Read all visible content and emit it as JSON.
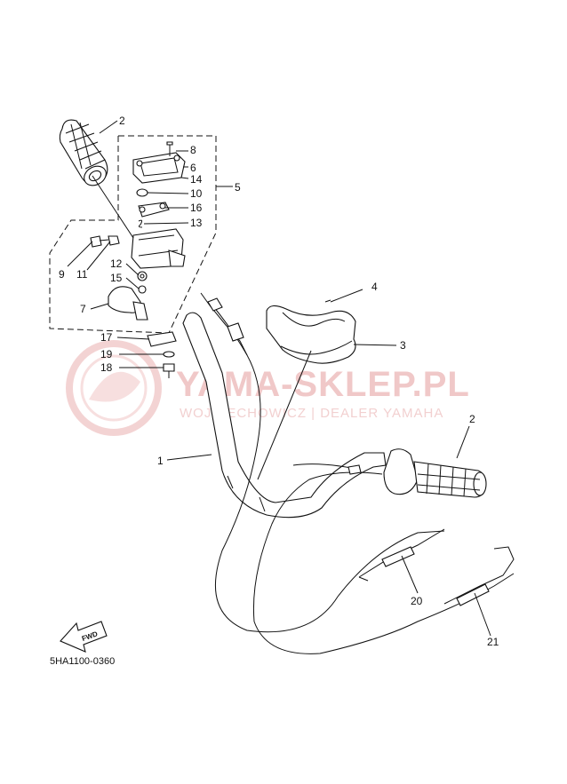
{
  "watermark": {
    "brand": "YAMA-SKLEP.PL",
    "dealer": "WOJCIECHOWICZ | DEALER YAMAHA"
  },
  "diagram_code": "5HA1100-0360",
  "fwd_label": "FWD",
  "callouts": {
    "c1": "1",
    "c2a": "2",
    "c2b": "2",
    "c3": "3",
    "c4": "4",
    "c5": "5",
    "c6": "6",
    "c7": "7",
    "c8": "8",
    "c9": "9",
    "c10": "10",
    "c11": "11",
    "c12": "12",
    "c13": "13",
    "c14": "14",
    "c15": "15",
    "c16": "16",
    "c17": "17",
    "c18": "18",
    "c19": "19",
    "c20": "20",
    "c21": "21"
  },
  "colors": {
    "ink": "#111111",
    "watermark": "#f0c8c8"
  }
}
